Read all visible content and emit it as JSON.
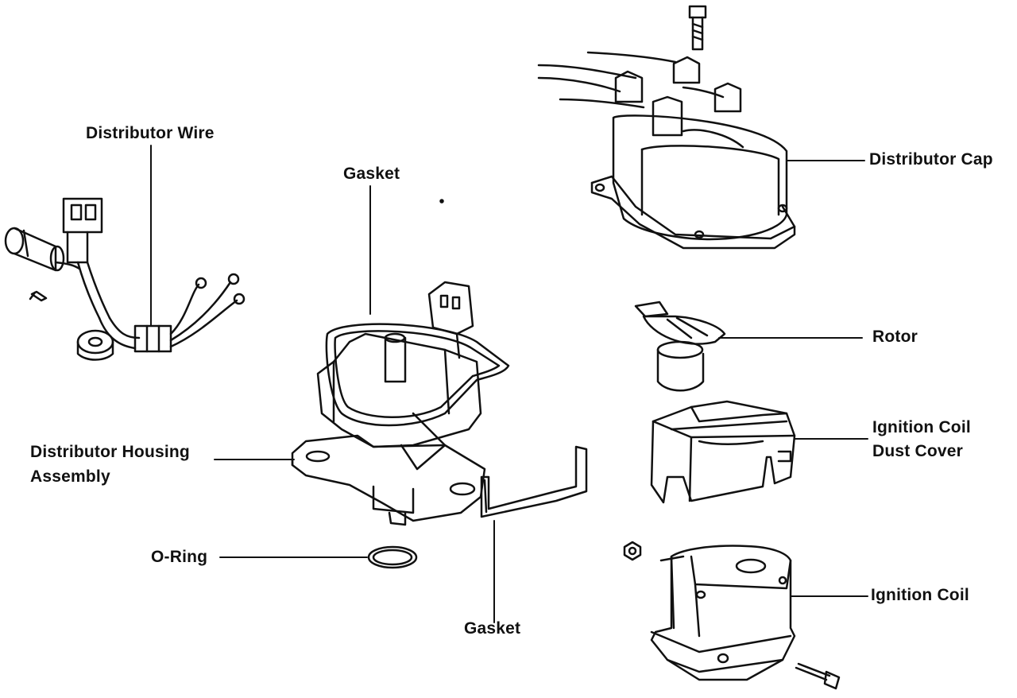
{
  "labels": {
    "distributor_wire": "Distributor Wire",
    "gasket_top": "Gasket",
    "distributor_cap": "Distributor Cap",
    "rotor": "Rotor",
    "ignition_coil_dust_cover_line1": "Ignition Coil",
    "ignition_coil_dust_cover_line2": "Dust Cover",
    "distributor_housing_assembly_line1": "Distributor Housing",
    "distributor_housing_assembly_line2": "Assembly",
    "o_ring": "O-Ring",
    "gasket_bottom": "Gasket",
    "ignition_coil": "Ignition Coil"
  },
  "colors": {
    "ink": "#111111",
    "background": "#ffffff"
  }
}
